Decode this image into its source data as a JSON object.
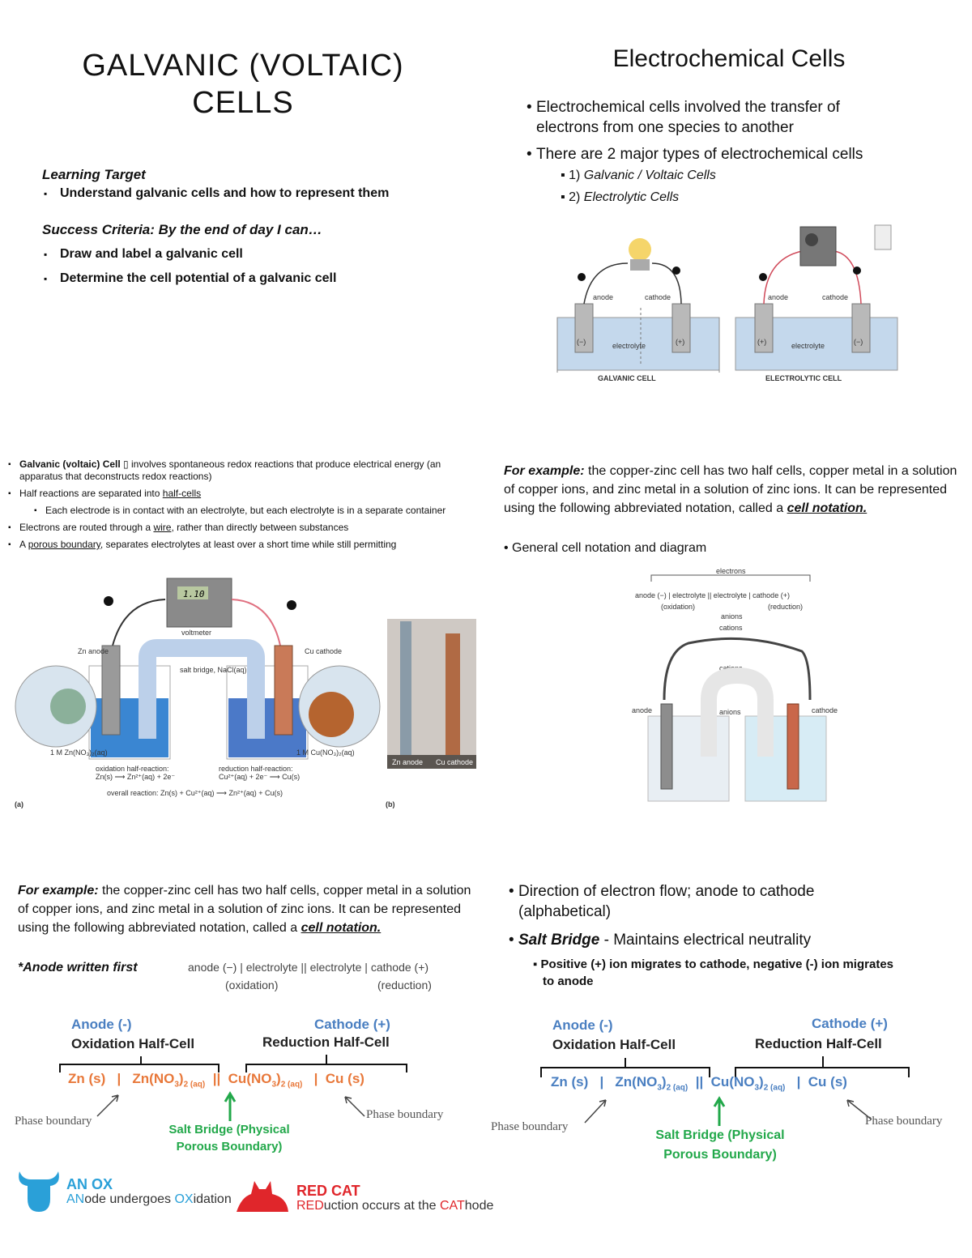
{
  "panel1": {
    "title_line1": "GALVANIC (VOLTAIC)",
    "title_line2": "CELLS",
    "learning_target_heading": "Learning Target",
    "learning_target_item": "Understand galvanic cells and how to represent them",
    "success_heading": "Success Criteria: By the end of day I can…",
    "success_items": [
      "Draw and label a galvanic cell",
      "Determine the cell potential of a galvanic cell"
    ]
  },
  "panel2": {
    "title": "Electrochemical Cells",
    "bullet1_line1": "Electrochemical cells involved the transfer of",
    "bullet1_line2": "electrons from one species to another",
    "bullet2": "There are 2 major types of electrochemical cells",
    "sub1": "1) ",
    "sub1_italic": "Galvanic / Voltaic Cells",
    "sub2": "2) ",
    "sub2_italic": "Electrolytic Cells",
    "galvanic_label": "GALVANIC CELL",
    "electrolytic_label": "ELECTROLYTIC CELL",
    "anode": "anode",
    "cathode": "cathode",
    "electrolyte": "electrolyte",
    "minus": "(−)",
    "plus": "(+)"
  },
  "panel3": {
    "b1_bold": "Galvanic (voltaic) Cell",
    "b1_rest": " involves spontaneous redox reactions that produce electrical energy (an apparatus that deconstructs redox reactions)",
    "b2_pre": "Half reactions are separated into ",
    "b2_u": "half-cells",
    "b3": "Each electrode is in contact with an electrolyte, but each electrolyte is in a  separate container",
    "b4_pre": "Electrons are routed through a ",
    "b4_u": "wire",
    "b4_post": ", rather than directly between substances",
    "b5_pre": "A ",
    "b5_u": "porous boundary",
    "b5_post": ", separates electrolytes at least over a short time while still permitting",
    "voltmeter_reading": "1.10",
    "voltmeter_label": "voltmeter",
    "zn_anode": "Zn anode",
    "cu_cathode": "Cu cathode",
    "salt_bridge": "salt bridge, NaCl(aq)",
    "left_solution": "1 M Zn(NO₃)₂(aq)",
    "right_solution": "1 M Cu(NO₃)₂(aq)",
    "ox_half": "oxidation half-reaction:",
    "ox_eq": "Zn(s) ⟶ Zn²⁺(aq) + 2e⁻",
    "red_half": "reduction half-reaction:",
    "red_eq": "Cu²⁺(aq) + 2e⁻ ⟶ Cu(s)",
    "overall": "overall reaction: Zn(s) + Cu²⁺(aq) ⟶ Zn²⁺(aq) + Cu(s)",
    "label_a": "(a)",
    "label_b": "(b)",
    "photo_zn": "Zn anode",
    "photo_cu": "Cu cathode"
  },
  "panel4": {
    "example_italic": "For example:",
    "example_text": " the copper-zinc cell has two half cells, copper metal in a solution of copper ions, and zinc metal in a solution of zinc ions. It can be represented using the following abbreviated notation, called a ",
    "cell_notation": "cell notation.",
    "general": "General cell notation and diagram",
    "electrons": "electrons",
    "notation": "anode (−)  |  electrolyte  ||  electrolyte  |  cathode (+)",
    "oxidation": "(oxidation)",
    "reduction": "(reduction)",
    "anions": "anions",
    "cations": "cations",
    "anode_label": "anode",
    "cathode_label": "cathode"
  },
  "panel5": {
    "example_italic": "For example:",
    "example_text": " the copper-zinc cell has two half cells, copper metal in a solution of copper ions, and zinc metal in a solution of zinc ions. It can be represented using the following abbreviated notation, called a ",
    "cell_notation": "cell notation.",
    "anode_first": "*Anode written first",
    "notation": "anode (−)  |  electrolyte  ||  electrolyte  |  cathode (+)",
    "oxidation": "(oxidation)",
    "reduction": "(reduction)",
    "anode_minus": "Anode (-)",
    "ox_half": "Oxidation Half-Cell",
    "cathode_plus": "Cathode (+)",
    "red_half": "Reduction Half-Cell",
    "phase_boundary": "Phase boundary",
    "salt_bridge_1": "Salt Bridge (Physical",
    "salt_bridge_2": "Porous Boundary)",
    "an_ox": "AN OX",
    "an_ox_desc_1": "AN",
    "an_ox_desc_2": "ode undergoes ",
    "an_ox_desc_3": "OX",
    "an_ox_desc_4": "idation",
    "red_cat": "RED CAT",
    "red_cat_desc_1": "RED",
    "red_cat_desc_2": "uction occurs at the ",
    "red_cat_desc_3": "CAT",
    "red_cat_desc_4": "hode"
  },
  "panel6": {
    "b1_line1": "Direction of electron flow; anode to cathode",
    "b1_line2": "(alphabetical)",
    "b2_italic": "Salt Bridge",
    "b2_rest": " - Maintains electrical neutrality",
    "sub_line1": "Positive (+) ion migrates to cathode, negative (-) ion migrates",
    "sub_line2": "to anode",
    "anode_minus": "Anode (-)",
    "ox_half": "Oxidation Half-Cell",
    "cathode_plus": "Cathode (+)",
    "red_half": "Reduction Half-Cell",
    "phase_boundary": "Phase boundary",
    "salt_bridge_1": "Salt Bridge (Physical",
    "salt_bridge_2": "Porous Boundary)"
  },
  "notation_parts": {
    "zn_s": "Zn (s)",
    "bar": "|",
    "zn_no3": "Zn(NO",
    "sub3": "3",
    "paren2": ")",
    "sub2aq": "2 (aq)",
    "dbl": "||",
    "cu_no3": "Cu(NO",
    "cu_s": "Cu (s)"
  },
  "colors": {
    "blue": "#4a7fc1",
    "orange": "#e8783a",
    "green": "#22a84a",
    "red": "#e0262b",
    "ox_blue": "#2aa0d8"
  }
}
